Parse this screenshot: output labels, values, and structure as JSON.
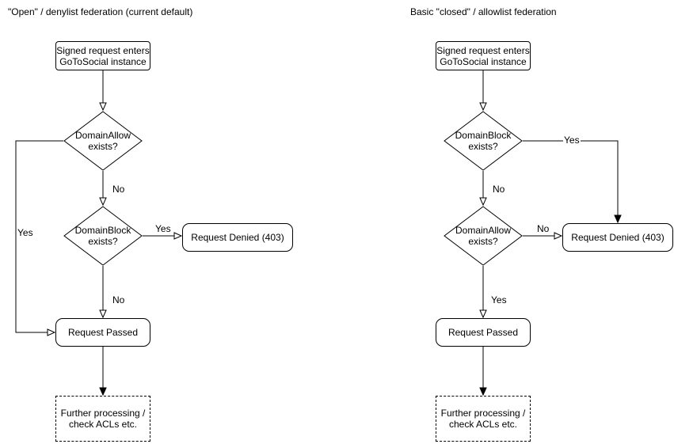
{
  "page": {
    "background": "#ffffff",
    "line_color": "#000000"
  },
  "diagrams": [
    {
      "title": "\"Open\" / denylist federation (current default)",
      "nodes": {
        "entry": "Signed request enters GoToSocial instance",
        "allow_check": "DomainAllow exists?",
        "block_check": "DomainBlock exists?",
        "denied": "Request Denied (403)",
        "passed": "Request Passed",
        "further": "Further processing / check ACLs etc."
      },
      "labels": {
        "allow_no": "No",
        "allow_yes": "Yes",
        "block_yes": "Yes",
        "block_no": "No"
      }
    },
    {
      "title": "Basic \"closed\" / allowlist federation",
      "nodes": {
        "entry": "Signed request enters GoToSocial instance",
        "block_check": "DomainBlock exists?",
        "allow_check": "DomainAllow exists?",
        "denied": "Request Denied (403)",
        "passed": "Request Passed",
        "further": "Further processing / check ACLs etc."
      },
      "labels": {
        "block_yes": "Yes",
        "block_no": "No",
        "allow_no": "No",
        "allow_yes": "Yes"
      }
    }
  ]
}
